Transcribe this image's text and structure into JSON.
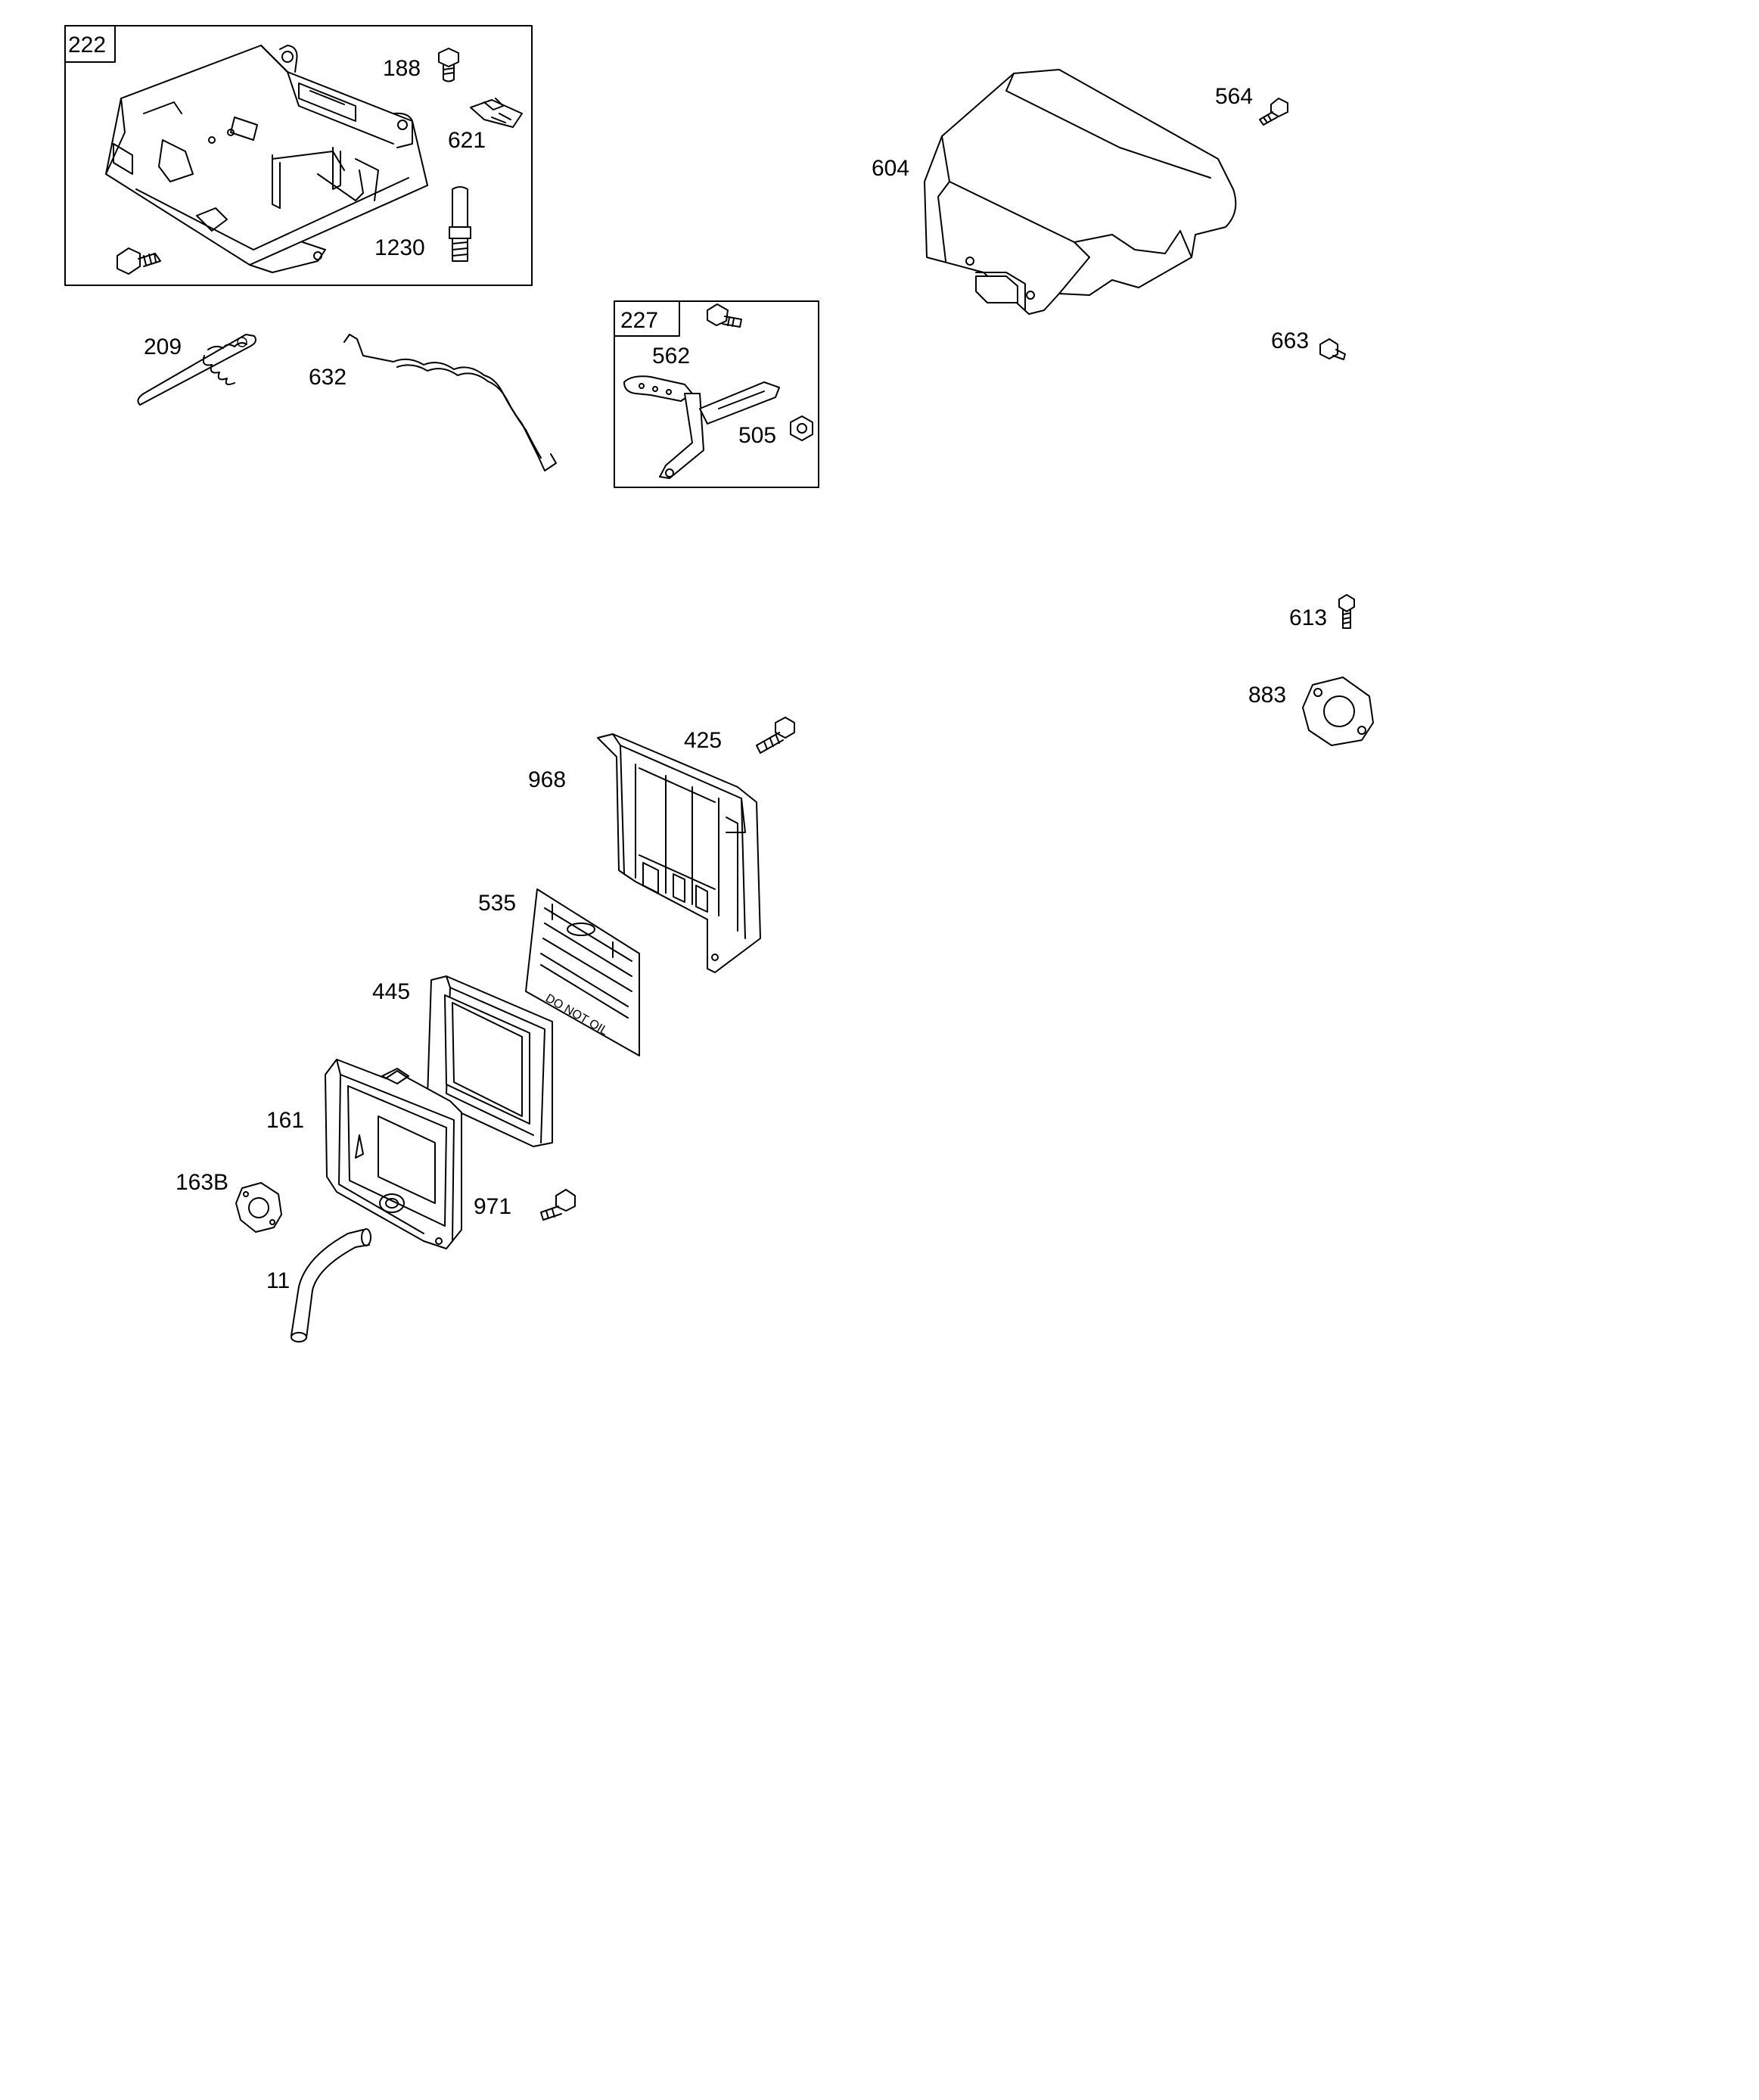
{
  "groups": {
    "bracket_kit": "222",
    "lever_kit": "227"
  },
  "labels": {
    "p188": "188",
    "p621": "621",
    "p1230": "1230",
    "p209": "209",
    "p632": "632",
    "p562": "562",
    "p505": "505",
    "p564": "564",
    "p604": "604",
    "p663": "663",
    "p613": "613",
    "p883": "883",
    "p425": "425",
    "p968": "968",
    "p535": "535",
    "p445": "445",
    "p161": "161",
    "p163B": "163B",
    "p971": "971",
    "p11": "11"
  },
  "decal_text": {
    "line1": "DO NOT OIL"
  }
}
